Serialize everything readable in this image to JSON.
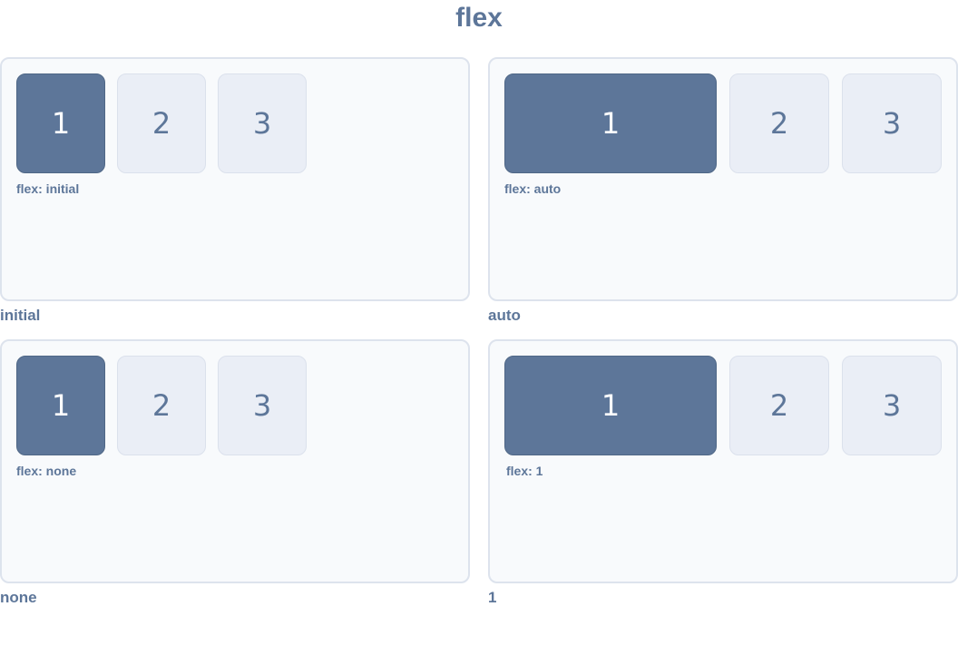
{
  "title": "flex",
  "panels": [
    {
      "label": "flex: initial",
      "caption": "initial",
      "items": [
        "1",
        "2",
        "3"
      ]
    },
    {
      "label": "flex: auto",
      "caption": "auto",
      "items": [
        "1",
        "2",
        "3"
      ]
    },
    {
      "label": "flex: none",
      "caption": "none",
      "items": [
        "1",
        "2",
        "3"
      ]
    },
    {
      "label": "flex: 1",
      "caption": "1",
      "items": [
        "1",
        "2",
        "3"
      ]
    }
  ],
  "colors": {
    "primary": "#5d7699",
    "secondary": "#eaeef6",
    "panel_bg": "#f8fafc",
    "border": "#dde3ed"
  }
}
